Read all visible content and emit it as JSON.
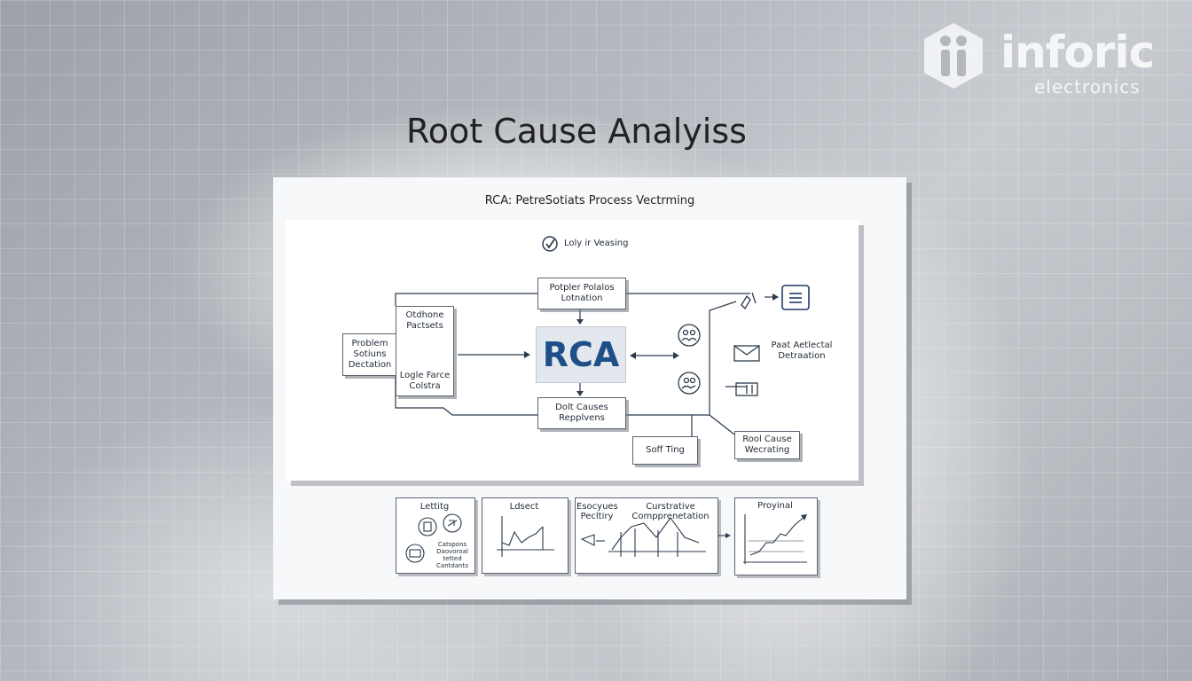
{
  "brand": {
    "name": "inforic",
    "sub": "electronics"
  },
  "title": "Root Cause Analyiss",
  "diagram": {
    "heading": "RCA: PetreSotiats Process Vectrming",
    "legend": "Loly ir Veasing",
    "center": "RCA",
    "boxes": {
      "top": [
        "Potpler Polalos",
        "Lotnation"
      ],
      "left_outer": [
        "Problem",
        "Sotiuns",
        "Dectation"
      ],
      "left_inner_top": [
        "Otdhone",
        "Pactsets"
      ],
      "left_inner_bottom": [
        "Logle Farce",
        "Colstra"
      ],
      "bottom": [
        "Dolt Causes",
        "Repplvens"
      ],
      "soft": "Soff Ting",
      "root": [
        "Rool Cause",
        "Wecrating"
      ],
      "right_label": [
        "Paat Aetlectal",
        "Detraation"
      ]
    }
  },
  "panels": [
    {
      "title": "Lettitg",
      "labels": [
        "Catspons",
        "Daovoroal tetted",
        "Cantdants"
      ]
    },
    {
      "title": "Ldsect"
    },
    {
      "title": "Esocyues Pecltiry",
      "subtitle": "Curstrative Compprenetation"
    },
    {
      "title": "Proyinal"
    }
  ]
}
